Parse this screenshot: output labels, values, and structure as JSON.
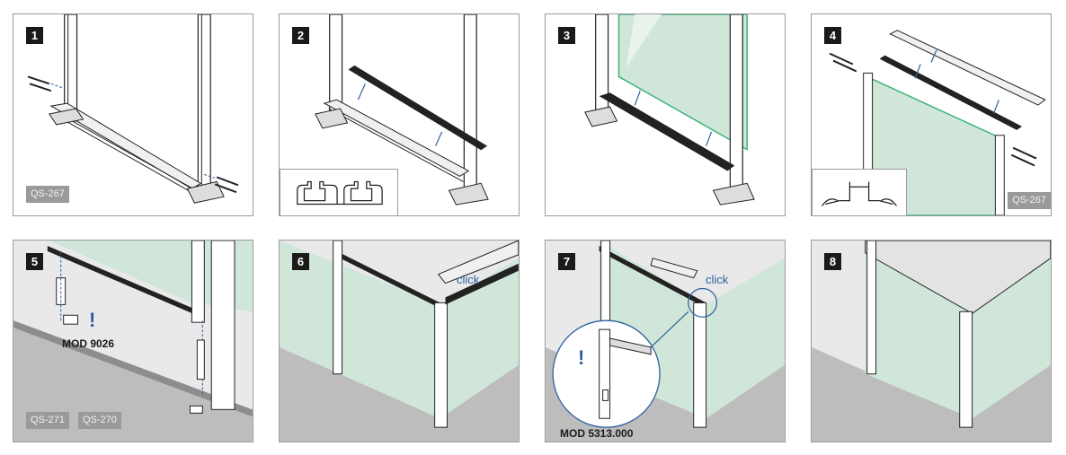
{
  "steps": [
    {
      "number": "1",
      "codes": [
        "QS-267"
      ]
    },
    {
      "number": "2",
      "codes": []
    },
    {
      "number": "3",
      "codes": []
    },
    {
      "number": "4",
      "codes": [
        "QS-267"
      ]
    },
    {
      "number": "5",
      "codes": [
        "QS-271",
        "QS-270"
      ],
      "caption": "MOD 9026"
    },
    {
      "number": "6",
      "click": "click"
    },
    {
      "number": "7",
      "click": "click",
      "caption": "MOD 5313.000"
    },
    {
      "number": "8"
    }
  ],
  "colors": {
    "glass": "#cfe6d8",
    "glass_edge": "#3bb57a",
    "frame": "#222222",
    "badge": "#9a9a9a",
    "click": "#2c5f9e"
  },
  "icons": [
    "exclamation-icon",
    "arrow-icon"
  ]
}
